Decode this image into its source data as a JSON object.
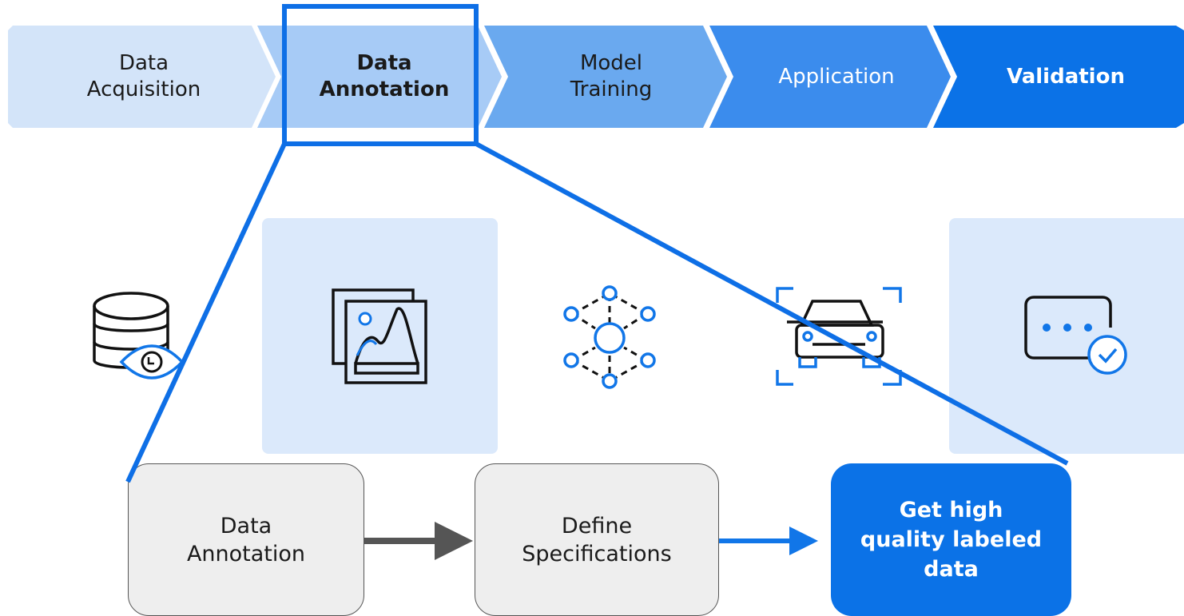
{
  "stages": [
    {
      "label_line1": "Data",
      "label_line2": "Acquisition"
    },
    {
      "label_line1": "Data",
      "label_line2": "Annotation"
    },
    {
      "label_line1": "Model",
      "label_line2": "Training"
    },
    {
      "label_line1": "Application"
    },
    {
      "label_line1": "Validation"
    }
  ],
  "icons": [
    "database-eye-icon",
    "image-gallery-icon",
    "network-nodes-icon",
    "car-detection-icon",
    "dialog-check-icon"
  ],
  "flow": {
    "box1": {
      "line1": "Data",
      "line2": "Annotation"
    },
    "box2": {
      "line1": "Define",
      "line2": "Specifications"
    },
    "box3": {
      "line1": "Get high",
      "line2": "quality labeled",
      "line3": "data"
    }
  },
  "colors": {
    "stage1": "#d3e4f9",
    "stage2": "#a7cbf6",
    "stage3": "#6aa9ef",
    "stage4": "#3b8ced",
    "stage5": "#0b72e7",
    "highlight": "#0e6fe6",
    "card": "#dbe9fb",
    "box_neutral": "#eeeeee"
  }
}
